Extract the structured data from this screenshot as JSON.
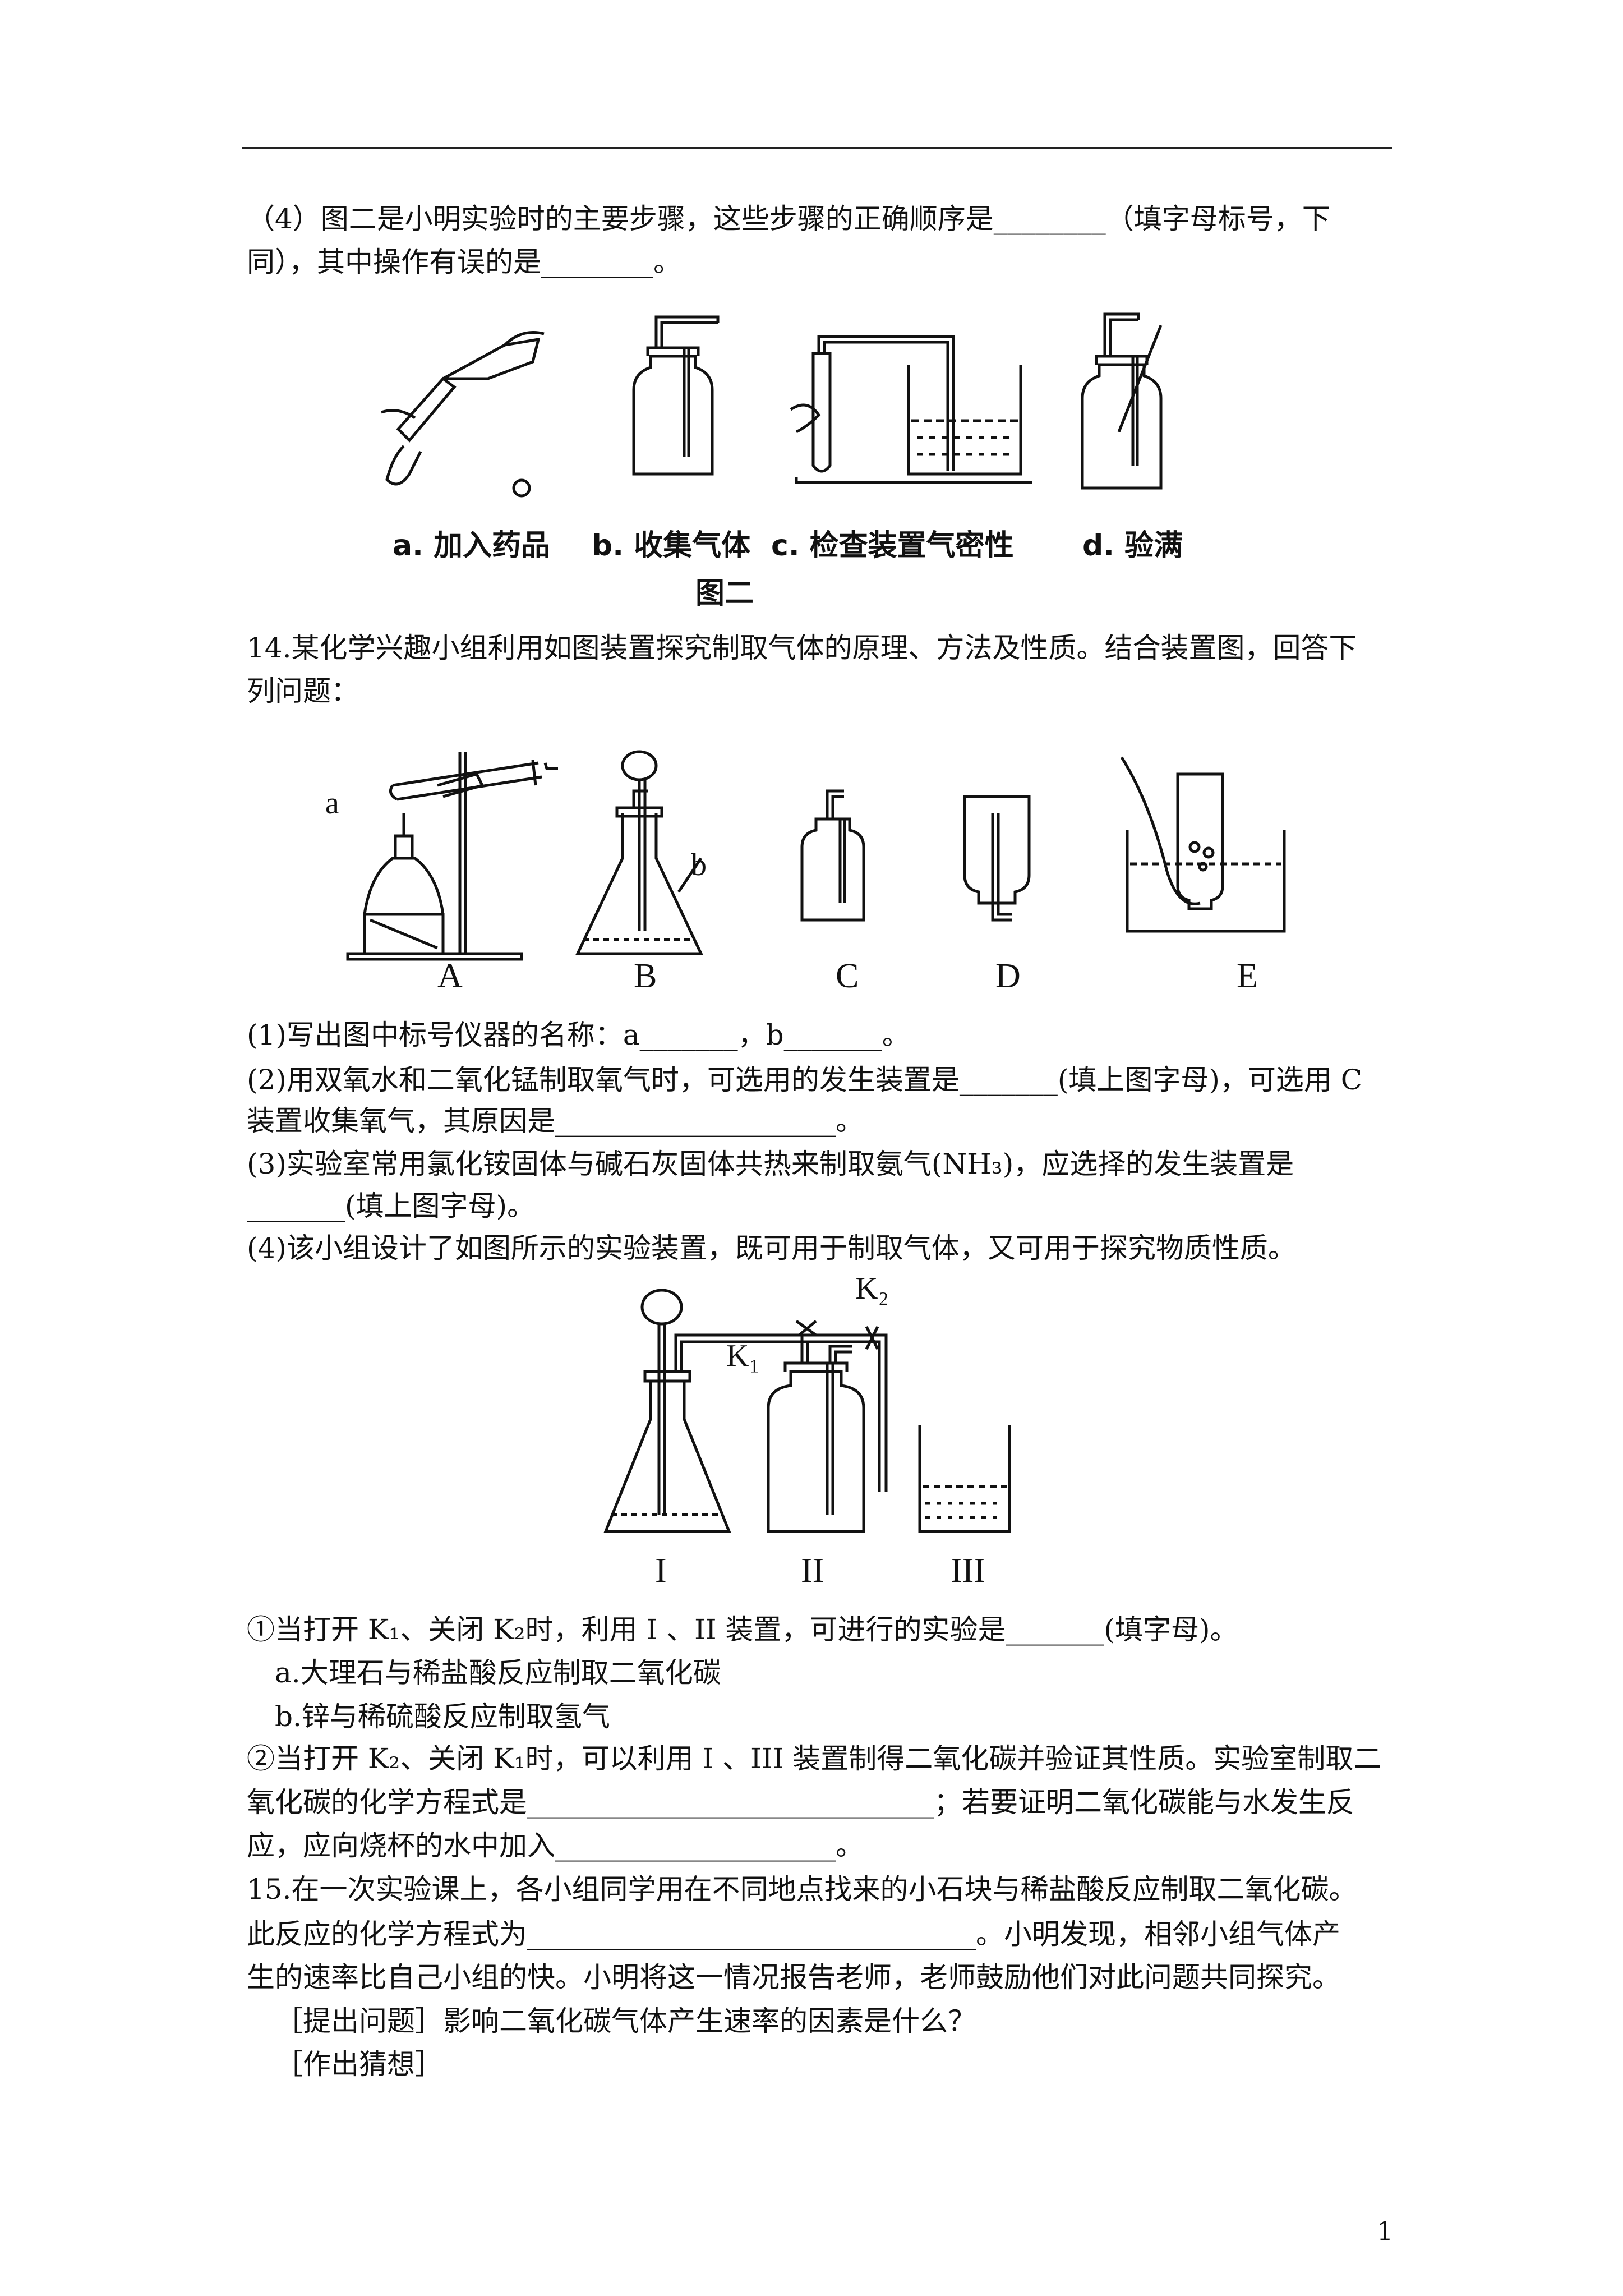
{
  "lines": {
    "q4_1": "（4）图二是小明实验时的主要步骤，这些步骤的正确顺序是________（填字母标号，下",
    "q4_2": "同），其中操作有误的是________。",
    "q14_1": "14.某化学兴趣小组利用如图装置探究制取气体的原理、方法及性质。结合装置图，回答下",
    "q14_2": "列问题：",
    "p1": "(1)写出图中标号仪器的名称：a_______，b_______。",
    "p2a": "(2)用双氧水和二氧化锰制取氧气时，可选用的发生装置是_______(填上图字母)，可选用 C",
    "p2b": "装置收集氧气，其原因是____________________。",
    "p3a": "(3)实验室常用氯化铵固体与碱石灰固体共热来制取氨气(NH₃)，应选择的发生装置是",
    "p3b": "_______(填上图字母)。",
    "p4": "(4)该小组设计了如图所示的实验装置，既可用于制取气体，又可用于探究物质性质。",
    "c1": "①当打开 K₁、关闭 K₂时，利用 I 、II 装置，可进行的实验是_______(填字母)。",
    "oa": "a.大理石与稀盐酸反应制取二氧化碳",
    "ob": "b.锌与稀硫酸反应制取氢气",
    "c2a": "②当打开 K₂、关闭 K₁时，可以利用 I 、III 装置制得二氧化碳并验证其性质。实验室制取二",
    "c2b": "氧化碳的化学方程式是_____________________________；若要证明二氧化碳能与水发生反",
    "c2c": "应，应向烧杯的水中加入____________________。",
    "q15_1": "15.在一次实验课上，各小组同学用在不同地点找来的小石块与稀盐酸反应制取二氧化碳。",
    "q15_2": "此反应的化学方程式为________________________________。小明发现，相邻小组气体产",
    "q15_3": "生的速率比自己小组的快。小明将这一情况报告老师，老师鼓励他们对此问题共同探究。",
    "q15_4": "［提出问题］影响二氧化碳气体产生速率的因素是什么？",
    "q15_5": "［作出猜想］"
  },
  "figure2": {
    "captions": [
      "a. 加入药品",
      "b. 收集气体",
      "c. 检查装置气密性",
      "d. 验满"
    ],
    "title": "图二"
  },
  "apparatus_labels": {
    "letters": [
      "A",
      "B",
      "C",
      "D",
      "E"
    ],
    "a": "a",
    "b": "b",
    "roman": [
      "I",
      "II",
      "III"
    ],
    "k1": "K₁",
    "k2": "K₂"
  },
  "page_number": "1"
}
